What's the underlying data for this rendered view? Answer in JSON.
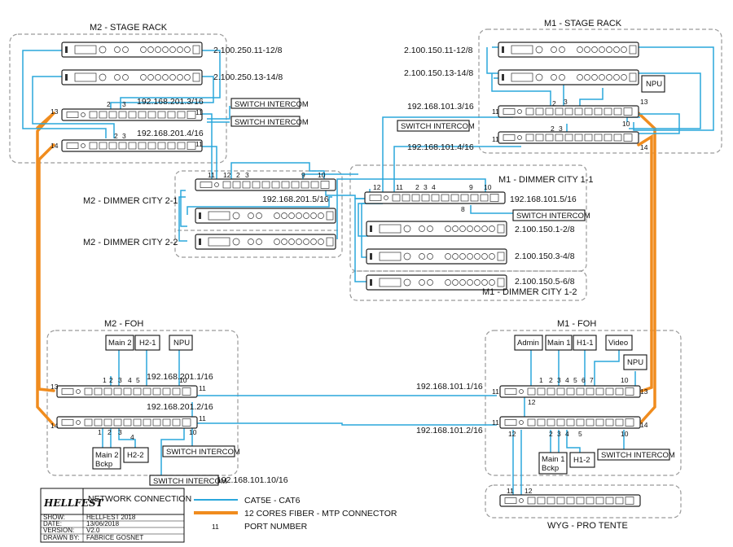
{
  "groups": {
    "m2_stage": "M2 - STAGE RACK",
    "m1_stage": "M1 - STAGE RACK",
    "m2_dim21": "M2 - DIMMER CITY 2-1",
    "m2_dim22": "M2 - DIMMER CITY 2-2",
    "m1_dim11": "M1 - DIMMER CITY 1-1",
    "m1_dim12": "M1 - DIMMER CITY 1-2",
    "m2_foh": "M2 - FOH",
    "m1_foh": "M1 - FOH",
    "wyg": "WYG  - PRO TENTE"
  },
  "addresses": {
    "m2_node1": "2.100.250.11-12/8",
    "m2_node2": "2.100.250.13-14/8",
    "m2_sw1": "192.168.201.3/16",
    "m2_sw2": "192.168.201.4/16",
    "m1_node1": "2.100.150.11-12/8",
    "m1_node2": "2.100.150.13-14/8",
    "m1_sw1": "192.168.101.3/16",
    "m1_sw2": "192.168.101.4/16",
    "m2_dim_sw": "192.168.201.5/16",
    "m1_dim_sw": "192.168.101.5/16",
    "m1_dim_n1": "2.100.150.1-2/8",
    "m1_dim_n2": "2.100.150.3-4/8",
    "m1_dim_n3": "2.100.150.5-6/8",
    "m2_foh_sw1": "192.168.201.1/16",
    "m2_foh_sw2": "192.168.201.2/16",
    "m1_foh_sw1": "192.168.101.1/16",
    "m1_foh_sw2": "192.168.101.2/16",
    "intercom_ip": "192.168.101.10/16"
  },
  "boxes": {
    "switch_intercom": "SWITCH INTERCOM",
    "npu": "NPU",
    "main2": "Main 2",
    "h2_1": "H2-1",
    "main2_bckp_1": "Main 2",
    "main2_bckp_2": "Bckp",
    "h2_2": "H2-2",
    "admin": "Admin",
    "main1": "Main 1",
    "h1_1": "H1-1",
    "video": "Video",
    "main1_bckp_1": "Main 1",
    "main1_bckp_2": "Bckp",
    "h1_2": "H1-2"
  },
  "ports": {
    "p1": "1",
    "p2": "2",
    "p3": "3",
    "p4": "4",
    "p5": "5",
    "p6": "6",
    "p7": "7",
    "p8": "8",
    "p9": "9",
    "p10": "10",
    "p11": "11",
    "p12": "12",
    "p13": "13",
    "p14": "14"
  },
  "legend": {
    "title": "NETWORK CONNECTION",
    "copper": "CAT5E - CAT6",
    "fiber": "12 CORES FIBER - MTP CONNECTOR",
    "port_sample": "11",
    "port_label": "PORT NUMBER",
    "logo": "HELLFEST",
    "show_k": "SHOW:",
    "show_v": "HELLFEST 2018",
    "date_k": "DATE:",
    "date_v": "13/06/2018",
    "version_k": "VERSION:",
    "version_v": "V2.0",
    "drawn_k": "DRAWN BY:",
    "drawn_v": "FABRICE GOSNET"
  },
  "colors": {
    "copper": "#2aa7dc",
    "fiber": "#f08c1e"
  }
}
